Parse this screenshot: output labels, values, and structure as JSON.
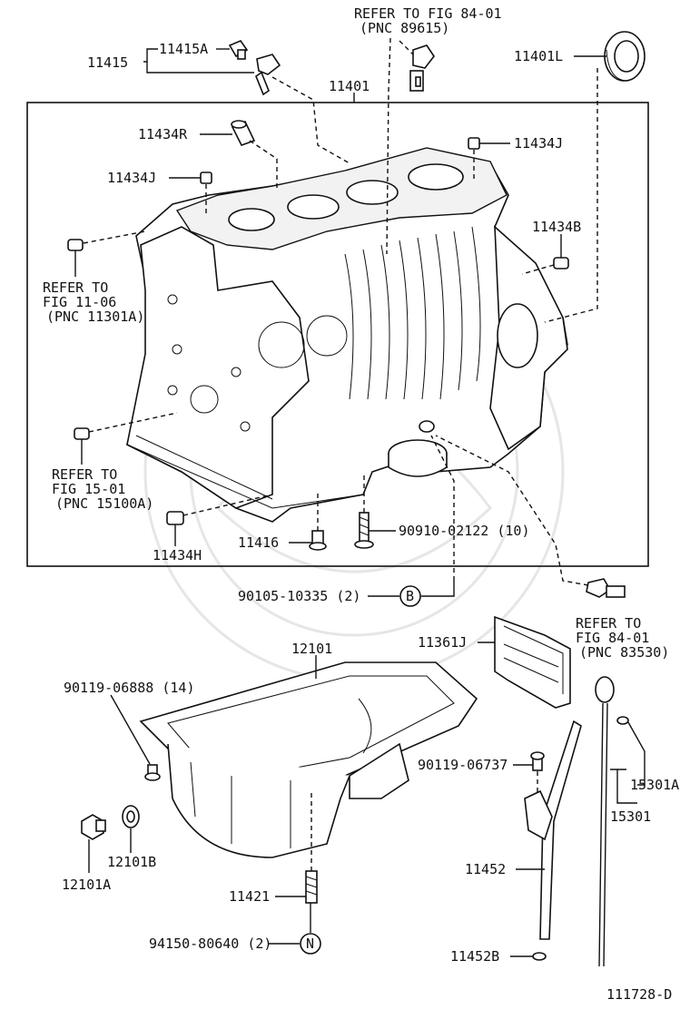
{
  "labels": {
    "refer_top_1": "REFER TO FIG 84-01",
    "refer_top_2": "(PNC 89615)",
    "p11415": "11415",
    "p11415a": "11415A",
    "p11401l": "11401L",
    "p11401": "11401",
    "p11434r": "11434R",
    "p11434j_right": "11434J",
    "p11434j_left": "11434J",
    "p11434b": "11434B",
    "refer_left1_1": "REFER TO",
    "refer_left1_2": "FIG 11-06",
    "refer_left1_3": "(PNC 11301A)",
    "refer_left2_1": "REFER TO",
    "refer_left2_2": "FIG 15-01",
    "refer_left2_3": "(PNC 15100A)",
    "p11434h": "11434H",
    "p11416": "11416",
    "p90910": "90910-02122 (10)",
    "p90105": "90105-10335 (2)",
    "circle_b": "B",
    "refer_right_1": "REFER TO",
    "refer_right_2": "FIG 84-01",
    "refer_right_3": "(PNC 83530)",
    "p11361j": "11361J",
    "p12101": "12101",
    "p90119_06888": "90119-06888 (14)",
    "p90119_06737": "90119-06737",
    "p15301a": "15301A",
    "p15301": "15301",
    "p12101a": "12101A",
    "p12101b": "12101B",
    "p11452": "11452",
    "p11421": "11421",
    "p94150": "94150-80640 (2)",
    "circle_n": "N",
    "p11452b": "11452B",
    "figure_id": "111728-D"
  }
}
